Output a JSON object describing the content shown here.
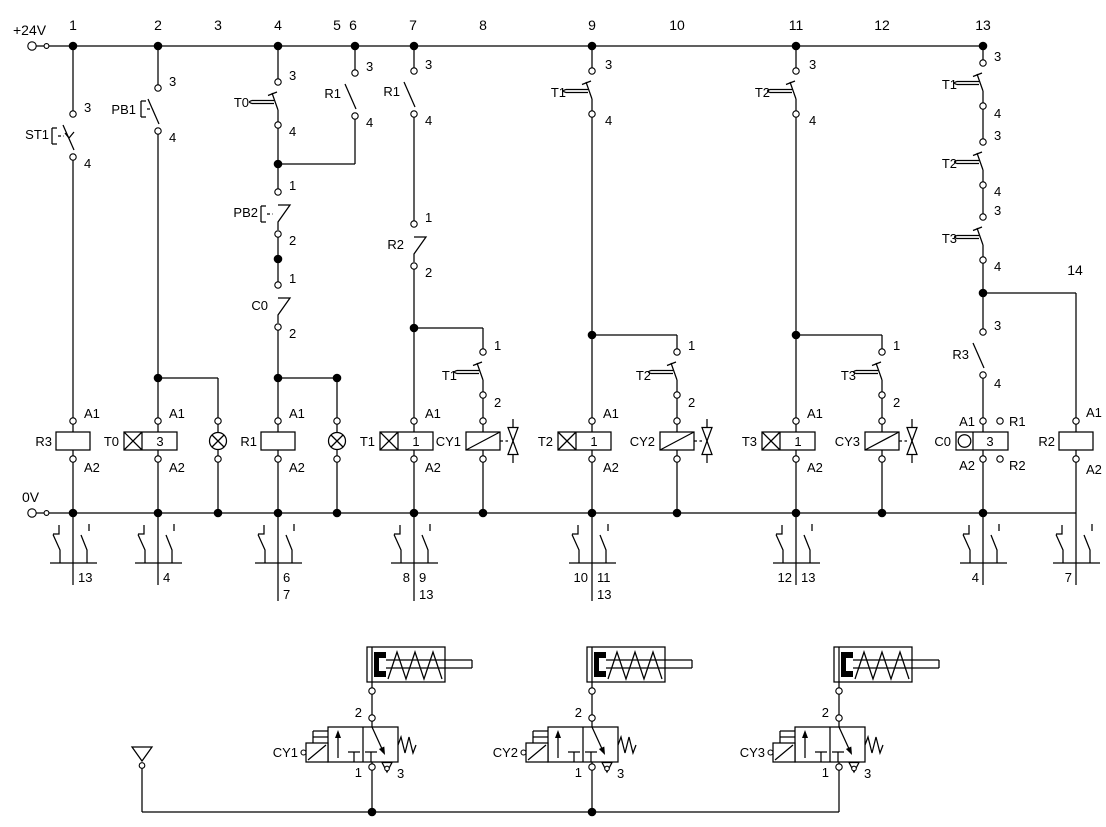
{
  "diagram": {
    "power_rails": {
      "positive": "+24V",
      "negative": "0V"
    },
    "wire_numbers": {
      "w1": "1",
      "w2": "2",
      "w3": "3",
      "w4": "4",
      "w5": "5",
      "w6": "6",
      "w7": "7",
      "w8": "8",
      "w9": "9",
      "w10": "10",
      "w11": "11",
      "w12": "12",
      "w13": "13",
      "w14": "14"
    },
    "pins": {
      "p1": "1",
      "p2": "2",
      "p3": "3",
      "p4": "4"
    },
    "coil_terms": {
      "a1": "A1",
      "a2": "A2",
      "r1": "R1",
      "r2": "R2"
    },
    "devices": {
      "st1": "ST1",
      "pb1": "PB1",
      "pb2": "PB2",
      "t0": "T0",
      "t1": "T1",
      "t2": "T2",
      "t3": "T3",
      "r1": "R1",
      "r2": "R2",
      "r3": "R3",
      "c0": "C0",
      "cy1": "CY1",
      "cy2": "CY2",
      "cy3": "CY3"
    },
    "coil_presets": {
      "t0": "3",
      "t1": "1",
      "t2": "1",
      "t3": "1",
      "c0": "3"
    },
    "xrefs": {
      "rung1": {
        "r1": "13"
      },
      "rung2": {
        "r1": "4"
      },
      "rung4": {
        "r1": "6",
        "r2": "7"
      },
      "rung7": {
        "l1": "8",
        "r1": "9",
        "r2": "13"
      },
      "rung9": {
        "l1": "10",
        "r1": "11",
        "r2": "13"
      },
      "rung11": {
        "l1": "12",
        "r1": "13"
      },
      "rung13": {
        "l1": "4"
      },
      "rung14": {
        "l1": "7"
      }
    }
  }
}
